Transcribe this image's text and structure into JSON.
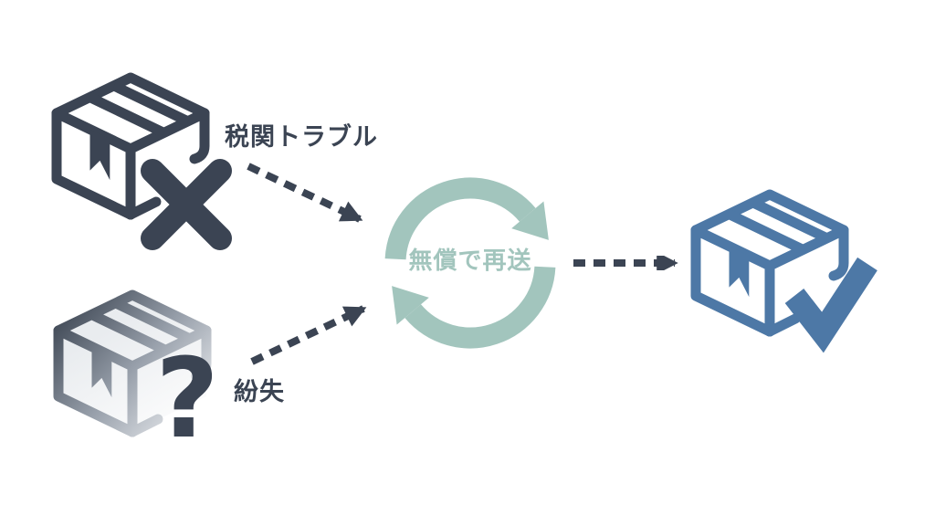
{
  "colors": {
    "bg": "#ffffff",
    "dark": "#3b4453",
    "teal": "#a2c5bd",
    "blue": "#4d78a6",
    "fade_start": "#3f4855",
    "fade_mid": "#98a0ab",
    "fade_light": "#dfe2e6",
    "fade_end": "#eef0f2",
    "face_tint": "#e9ecef",
    "face_white": "#ffffff"
  },
  "nodes": {
    "customs": {
      "label": "税関トラブル",
      "icon": "package-x-icon"
    },
    "lost": {
      "label": "紛失",
      "icon": "package-question-icon",
      "glyph": "?"
    },
    "resend": {
      "label": "無償で再送",
      "icon": "recycle-arrows-icon"
    },
    "delivered": {
      "icon": "package-check-icon"
    }
  },
  "edges": [
    {
      "from": "customs",
      "to": "resend",
      "style": "dashed-arrow"
    },
    {
      "from": "lost",
      "to": "resend",
      "style": "dashed-arrow"
    },
    {
      "from": "resend",
      "to": "delivered",
      "style": "dashed-arrow"
    }
  ]
}
